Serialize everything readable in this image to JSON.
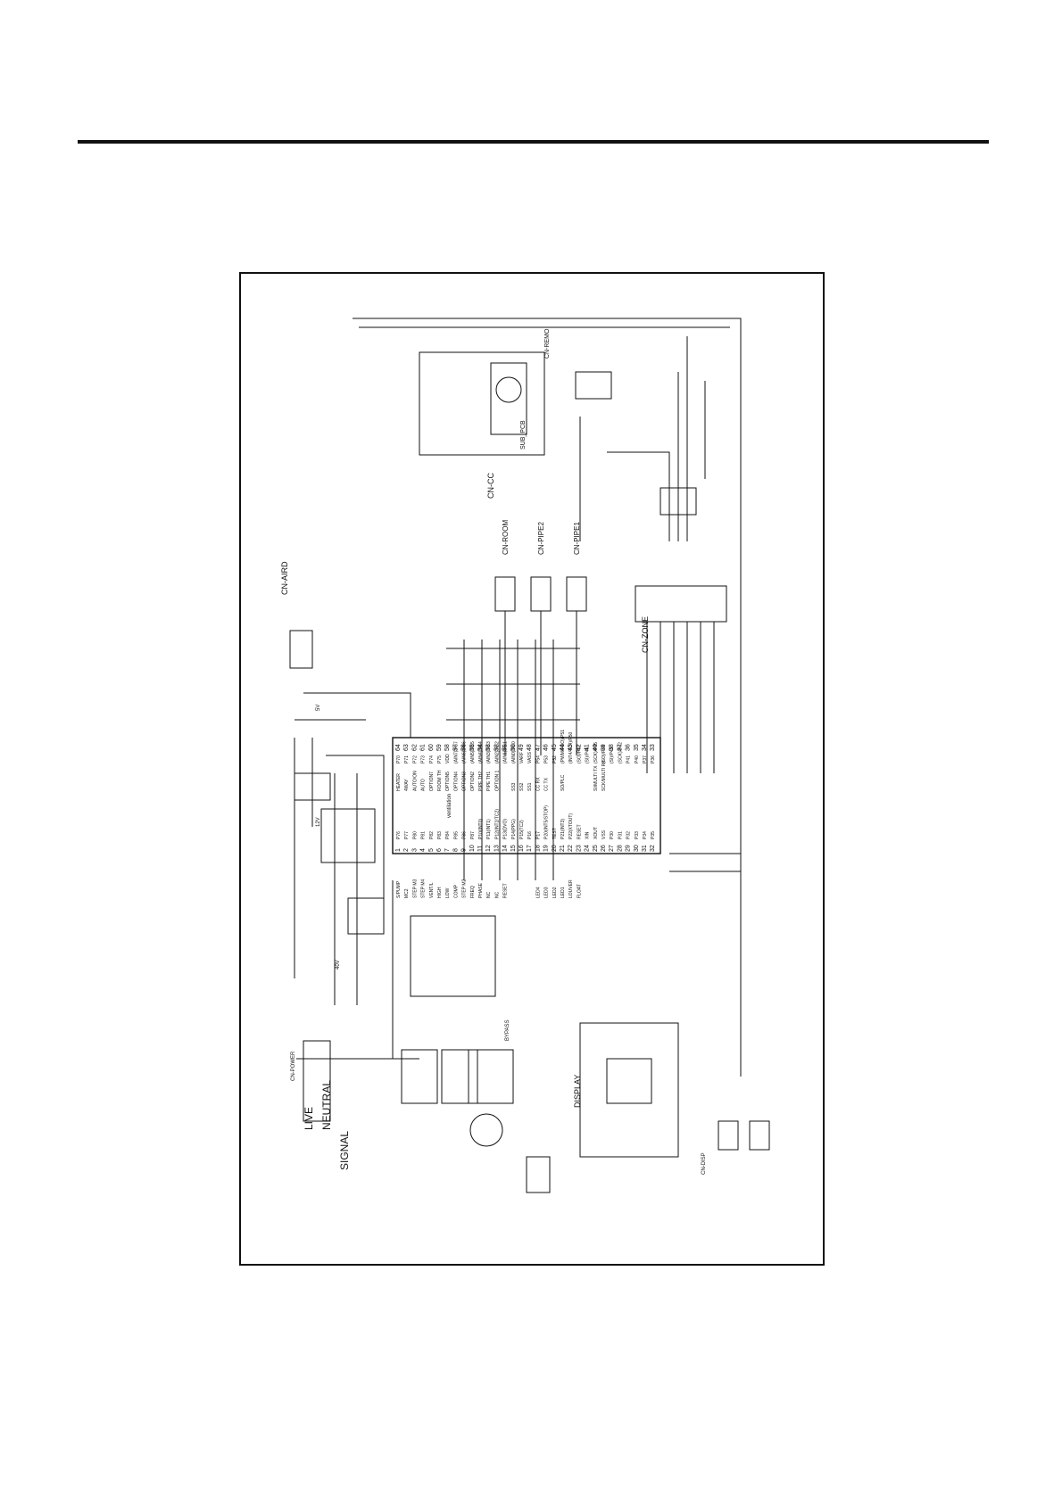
{
  "power_labels": [
    "LIVE",
    "NEUTRAL",
    "SIGNAL"
  ],
  "connectors": {
    "power": "CN-POWER",
    "aird": "CN-AIRD",
    "cc": "CN-CC",
    "room": "CN-ROOM",
    "pipe2": "CN-PIPE2",
    "pipe1": "CN-PIPE1",
    "zone": "CN-ZONE",
    "remo": "CN-REMO",
    "disp": "CN-DISP"
  },
  "blocks": {
    "sub_pcb": "SUB_PCB",
    "display": "DISPLAY"
  },
  "mcu_left_pins": [
    {
      "num": "1",
      "name": "P76"
    },
    {
      "num": "2",
      "name": "P77"
    },
    {
      "num": "3",
      "name": "P80"
    },
    {
      "num": "4",
      "name": "P81"
    },
    {
      "num": "5",
      "name": "P82"
    },
    {
      "num": "6",
      "name": "P83"
    },
    {
      "num": "7",
      "name": "P84"
    },
    {
      "num": "8",
      "name": "P85"
    },
    {
      "num": "9",
      "name": "P86"
    },
    {
      "num": "10",
      "name": "P87"
    },
    {
      "num": "11",
      "name": "P10(INT0)"
    },
    {
      "num": "12",
      "name": "P11(INT1)"
    },
    {
      "num": "13",
      "name": "P12(INT2/TC2)"
    },
    {
      "num": "14",
      "name": "P13(DVO)"
    },
    {
      "num": "15",
      "name": "P14(PPG)"
    },
    {
      "num": "16",
      "name": "P15(TC2)"
    },
    {
      "num": "17",
      "name": "P16"
    },
    {
      "num": "18",
      "name": "P17"
    },
    {
      "num": "19",
      "name": "P20(INT5/STOP)"
    },
    {
      "num": "20",
      "name": "TEST"
    },
    {
      "num": "21",
      "name": "P21(INT3)"
    },
    {
      "num": "22",
      "name": "P22(XTOUT)"
    },
    {
      "num": "23",
      "name": "RESET"
    },
    {
      "num": "24",
      "name": "XIN"
    },
    {
      "num": "25",
      "name": "XOUT"
    },
    {
      "num": "26",
      "name": "VSS"
    },
    {
      "num": "27",
      "name": "P30"
    },
    {
      "num": "28",
      "name": "P31"
    },
    {
      "num": "29",
      "name": "P32"
    },
    {
      "num": "30",
      "name": "P33"
    },
    {
      "num": "31",
      "name": "P34"
    },
    {
      "num": "32",
      "name": "P35"
    }
  ],
  "mcu_right_pins": [
    {
      "num": "64",
      "name": "P70"
    },
    {
      "num": "63",
      "name": "P71"
    },
    {
      "num": "62",
      "name": "P72"
    },
    {
      "num": "61",
      "name": "P73"
    },
    {
      "num": "60",
      "name": "P74"
    },
    {
      "num": "59",
      "name": "P75"
    },
    {
      "num": "58",
      "name": "VDD"
    },
    {
      "num": "57",
      "name": "(AIN7)/P67"
    },
    {
      "num": "56",
      "name": "(AIN6)/P66"
    },
    {
      "num": "55",
      "name": "(AIN5)/P65"
    },
    {
      "num": "54",
      "name": "(AIN4)/P64"
    },
    {
      "num": "53",
      "name": "(AIN3)/P63"
    },
    {
      "num": "52",
      "name": "(AIN2)/P62"
    },
    {
      "num": "51",
      "name": "(AIN1)/P61"
    },
    {
      "num": "50",
      "name": "(AIN0)/P60"
    },
    {
      "num": "49",
      "name": "VARF"
    },
    {
      "num": "48",
      "name": "VASS"
    },
    {
      "num": "47",
      "name": "P54"
    },
    {
      "num": "46",
      "name": "P53"
    },
    {
      "num": "45",
      "name": "P52"
    },
    {
      "num": "44",
      "name": "(PWM/PDO)/P51"
    },
    {
      "num": "43",
      "name": "(INT4/TC4)/P50"
    },
    {
      "num": "42",
      "name": "(SO)/P47"
    },
    {
      "num": "41",
      "name": "(SI)/P46"
    },
    {
      "num": "40",
      "name": "(SCK)/P45"
    },
    {
      "num": "39",
      "name": "(SO)/P44"
    },
    {
      "num": "38",
      "name": "(SI)/P43"
    },
    {
      "num": "37",
      "name": "(SCK)/P42"
    },
    {
      "num": "36",
      "name": "P41"
    },
    {
      "num": "35",
      "name": "P40"
    },
    {
      "num": "34",
      "name": "P37"
    },
    {
      "num": "33",
      "name": "P36"
    }
  ],
  "signal_labels_left": [
    "S/PUMP",
    "MC2",
    "STEP M3",
    "STEP M4",
    "VENT/L",
    "HIGH",
    "LOW",
    "COMP",
    "STEP M2",
    "FREQ",
    "PHASE",
    "NC",
    "NC",
    "RESET",
    "",
    "",
    "",
    "LED4",
    "LED3",
    "LED2",
    "LED1",
    "LOUVER",
    "FLOAT"
  ],
  "signal_labels_right": [
    "HEATER",
    "4WAY",
    "AUTO/ON",
    "AUTO",
    "OPTION7",
    "ROOM TH",
    "OPTION5",
    "OPTION4",
    "OPTION3",
    "OPTION2",
    "PIPE TH2",
    "PIPE TH1",
    "OPTION 1",
    "",
    "SS3",
    "SS2",
    "SS1",
    "CC RX",
    "CC TX",
    "",
    "SO/PLC",
    "",
    "",
    "",
    "SI/MULTI TX",
    "SCK/MULTI RX"
  ],
  "misc_labels": {
    "bypass": "BYPASS",
    "ventilation": "ventilation",
    "five_v": "5V",
    "twelve_v": "12V",
    "forty_v": "40V"
  }
}
